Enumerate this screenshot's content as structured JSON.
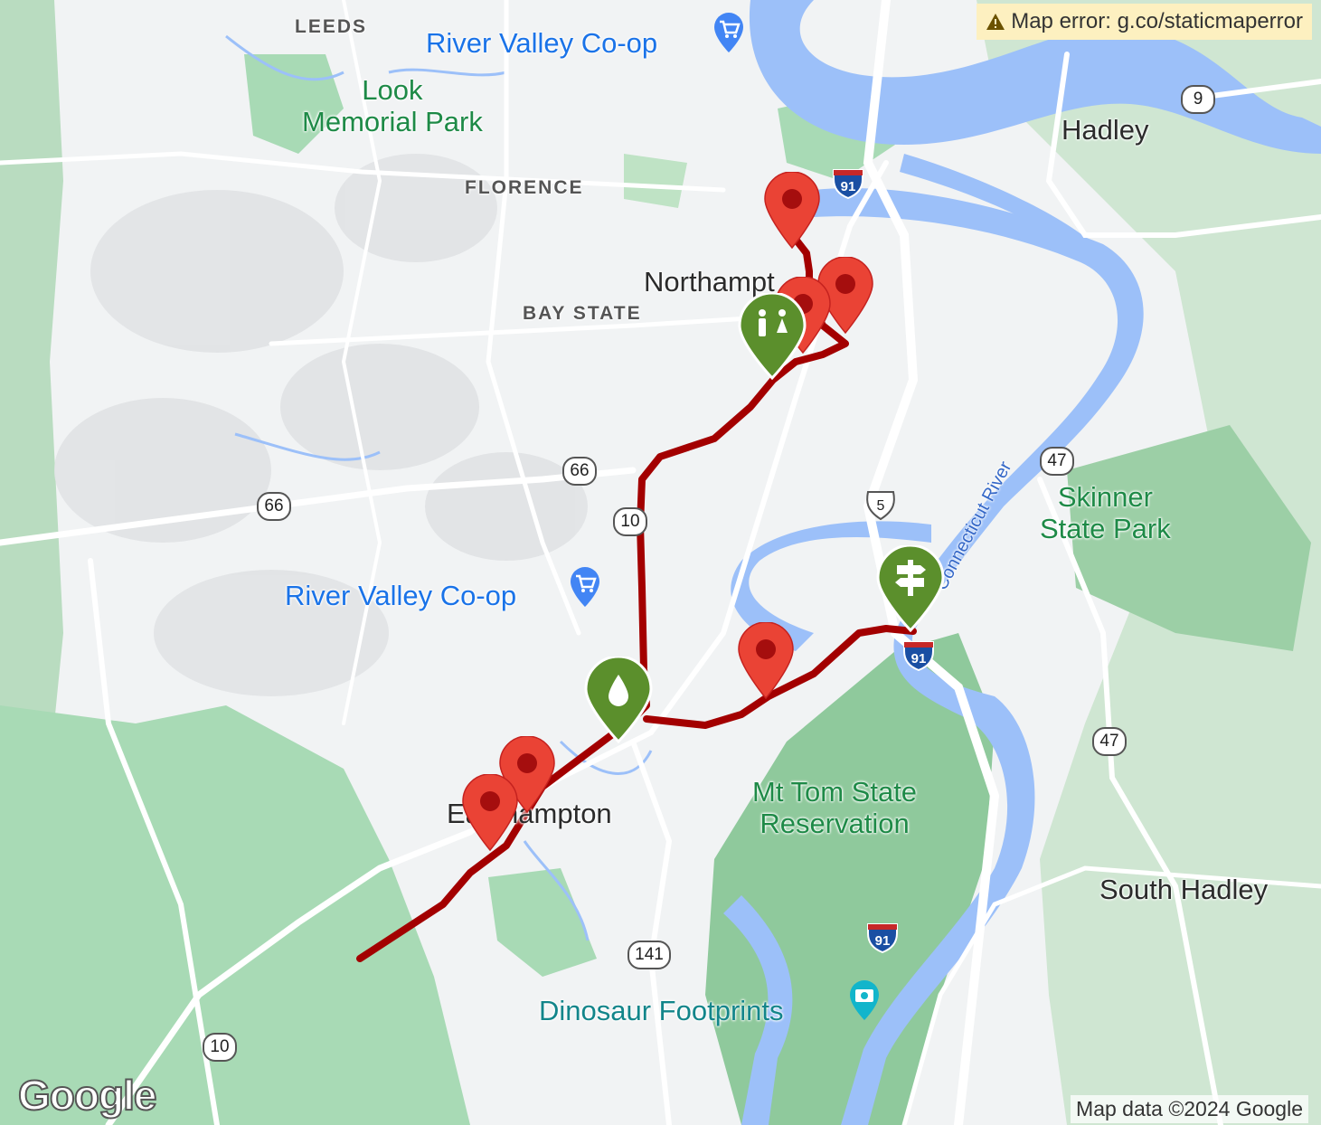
{
  "map": {
    "error_text": "Map error: g.co/staticmaperror",
    "copyright": "Map data ©2024 Google",
    "logo": "Google",
    "colors": {
      "route": "#a30000",
      "red_pin": "#ea4335",
      "green_pin": "#5b8f2c",
      "water": "#9cc0f9",
      "park": "#a8dab5",
      "land": "#f1f3f4"
    },
    "places": {
      "leeds": "LEEDS",
      "florence": "FLORENCE",
      "bay_state": "BAY STATE",
      "northampton": "Northampt",
      "hadley": "Hadley",
      "easthampton": "Easthampton",
      "south_hadley": "South Hadley"
    },
    "parks": {
      "look_memorial": "Look\nMemorial Park",
      "skinner": "Skinner\nState Park",
      "mt_tom": "Mt Tom State\nReservation"
    },
    "pois": {
      "coop_north": "River Valley Co-op",
      "coop_south": "River Valley Co-op",
      "dinosaur": "Dinosaur Footprints"
    },
    "river": "Connecticut River",
    "routes": {
      "i91_north": "91",
      "i91_mid": "91",
      "i91_south": "91",
      "rt9": "9",
      "rt66_west": "66",
      "rt66_east": "66",
      "rt10_north": "10",
      "rt10_south": "10",
      "us5": "5",
      "rt47_north": "47",
      "rt47_south": "47",
      "rt141": "141"
    },
    "markers": {
      "red_pin_icon": "red-pin-icon",
      "restroom_icon": "restroom-icon",
      "water_icon": "water-drop-icon",
      "signpost_icon": "signpost-icon",
      "cart_icon": "shopping-cart-icon",
      "camera_icon": "camera-icon",
      "warning_icon": "warning-icon"
    }
  }
}
